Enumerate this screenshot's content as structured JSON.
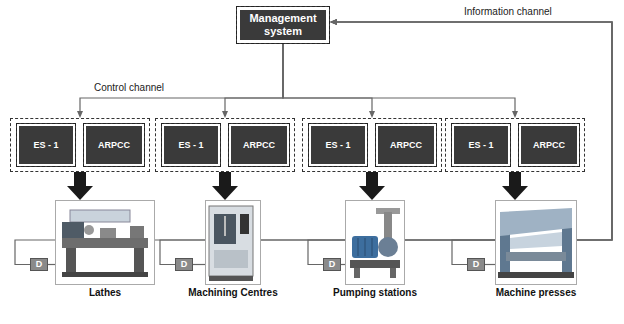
{
  "diagram": {
    "nodes": [
      {
        "text": [
          "Management system"
        ]
      },
      {
        "text": []
      },
      {
        "text": [
          "ES - 1"
        ],
        "in": 1
      },
      {
        "text": [
          "ARPCC"
        ],
        "in": 1
      },
      {
        "text": []
      },
      {
        "text": [
          "ES - 1"
        ],
        "in": 4
      },
      {
        "text": [
          "ARPCC"
        ],
        "in": 4
      },
      {
        "text": []
      },
      {
        "text": [
          "ES - 1"
        ],
        "in": 7
      },
      {
        "text": [
          "ARPCC"
        ],
        "in": 7
      },
      {
        "text": []
      },
      {
        "text": [
          "ES - 1"
        ],
        "in": 10
      },
      {
        "text": [
          "ARPCC"
        ],
        "in": 10
      },
      {
        "text": [
          "D"
        ]
      },
      {
        "text": [
          "Lathes"
        ]
      },
      {
        "text": [
          "D"
        ]
      },
      {
        "text": [
          "Machining Centres"
        ]
      },
      {
        "text": [
          "D"
        ]
      },
      {
        "text": [
          "Pumping stations"
        ]
      },
      {
        "text": [
          "D"
        ]
      },
      {
        "text": [
          "Machine presses"
        ]
      }
    ],
    "edges": [
      {
        "from": 0,
        "to": 1,
        "arrow": "to"
      },
      {
        "from": 0,
        "to": 4,
        "arrow": "to"
      },
      {
        "from": 0,
        "to": 7,
        "arrow": "to"
      },
      {
        "from": 0,
        "to": 10,
        "arrow": "to"
      },
      {
        "from": 1,
        "to": 14,
        "arrow": "to"
      },
      {
        "from": 4,
        "to": 16,
        "arrow": "to"
      },
      {
        "from": 7,
        "to": 18,
        "arrow": "to"
      },
      {
        "from": 10,
        "to": 20,
        "arrow": "to"
      },
      {
        "from": 13,
        "to": 14,
        "arrow": "none"
      },
      {
        "from": 15,
        "to": 16,
        "arrow": "none"
      },
      {
        "from": 17,
        "to": 18,
        "arrow": "none"
      },
      {
        "from": 19,
        "to": 20,
        "arrow": "none"
      },
      {
        "from": 13,
        "to": 0,
        "arrow": "to"
      },
      {
        "from": 15,
        "to": 0,
        "arrow": "to"
      },
      {
        "from": 17,
        "to": 0,
        "arrow": "to"
      },
      {
        "from": 19,
        "to": 0,
        "arrow": "to"
      }
    ],
    "labels": [
      "Control channel",
      "Information channel"
    ]
  }
}
